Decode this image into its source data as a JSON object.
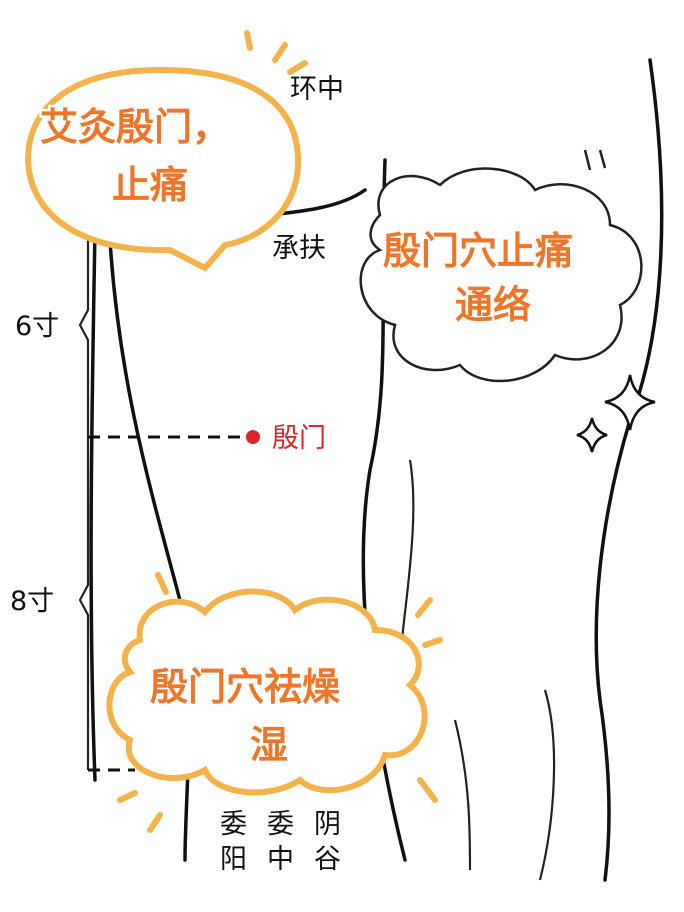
{
  "acupoints": {
    "huantiao": "环中",
    "chengfu": "承扶",
    "yinmen": "殷门",
    "weiyang": [
      "委",
      "阳"
    ],
    "weizhong": [
      "委",
      "中"
    ],
    "yingu": [
      "阴",
      "谷"
    ]
  },
  "measures": {
    "upper": "6寸",
    "lower": "8寸"
  },
  "bubbles": {
    "speech": [
      "艾灸殷门，",
      "止痛"
    ],
    "cloud_right": [
      "殷门穴止痛",
      "通络"
    ],
    "cloud_bottom": [
      "殷门穴祛燥",
      "湿"
    ]
  },
  "colors": {
    "accent_text": "#ef7528",
    "bubble_border": "#f4b24a",
    "point_red": "#d8262a"
  }
}
